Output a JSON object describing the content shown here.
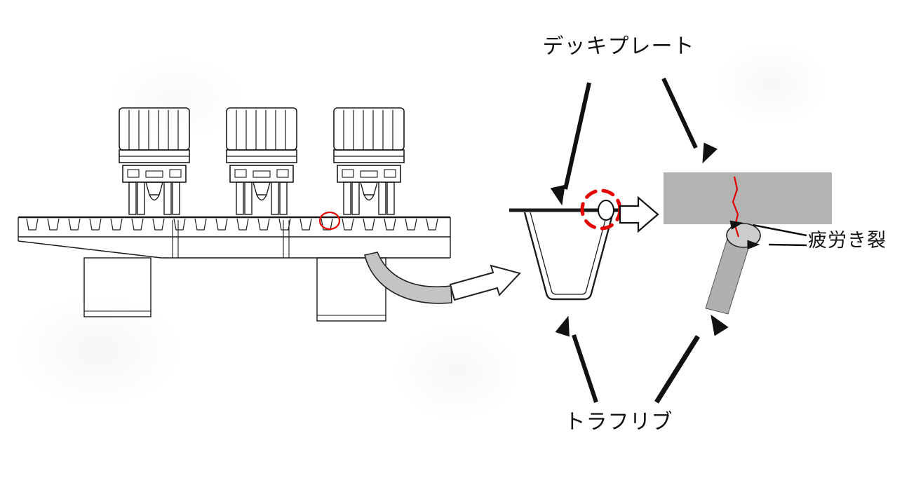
{
  "figure": {
    "labels": {
      "deck_plate": "デッキプレート",
      "fatigue_crack": "疲労き裂",
      "trough_rib": "トラフリブ"
    },
    "colors": {
      "highlight_red": "#e60000",
      "crack_red": "#dd0000",
      "plate_gray": "#b3b3b3",
      "rib_gray": "#b0b0b0",
      "weld_gray": "#cccccc",
      "swoosh_gray": "#c4c4c4",
      "ink": "#1a1a1a"
    }
  }
}
